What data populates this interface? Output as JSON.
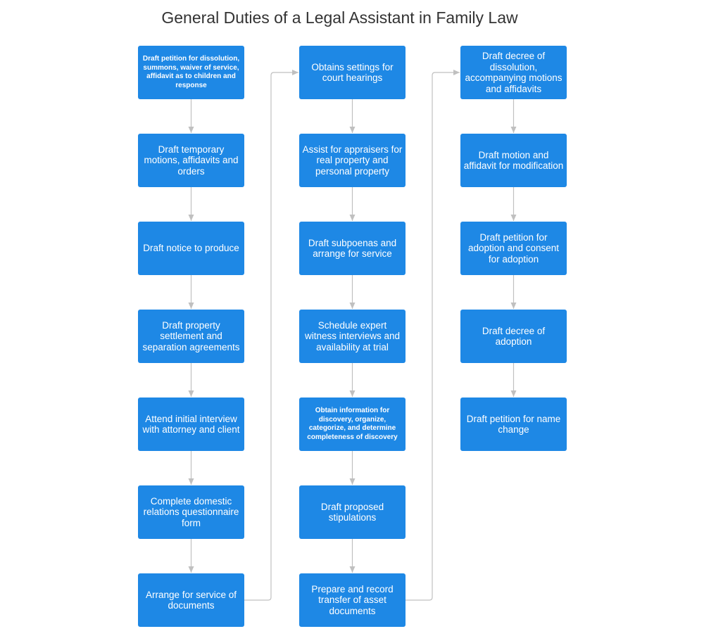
{
  "title": "General Duties of a Legal Assistant in Family Law",
  "colors": {
    "node_fill": "#1e88e5",
    "node_text": "#ffffff",
    "connector": "#c0c0c0",
    "title_text": "#333333"
  },
  "columns": [
    {
      "nodes": [
        "Draft petition for dissolution, summons, waiver of service, affidavit as to children and response",
        "Draft temporary motions, affidavits and orders",
        "Draft notice to produce",
        "Draft property settlement and separation agreements",
        "Attend initial interview with attorney and client",
        "Complete domestic relations questionnaire form",
        "Arrange for service of documents"
      ]
    },
    {
      "nodes": [
        "Obtains settings for court hearings",
        "Assist for appraisers for real property and personal property",
        "Draft subpoenas and arrange for service",
        "Schedule expert witness interviews and availability at trial",
        "Obtain information for discovery, organize, categorize, and determine completeness of discovery",
        "Draft proposed stipulations",
        "Prepare and record transfer of asset documents"
      ]
    },
    {
      "nodes": [
        "Draft decree of dissolution, accompanying motions and affidavits",
        "Draft motion and affidavit for modification",
        "Draft petition for adoption and consent for adoption",
        "Draft decree of adoption",
        "Draft petition for name change"
      ]
    }
  ]
}
